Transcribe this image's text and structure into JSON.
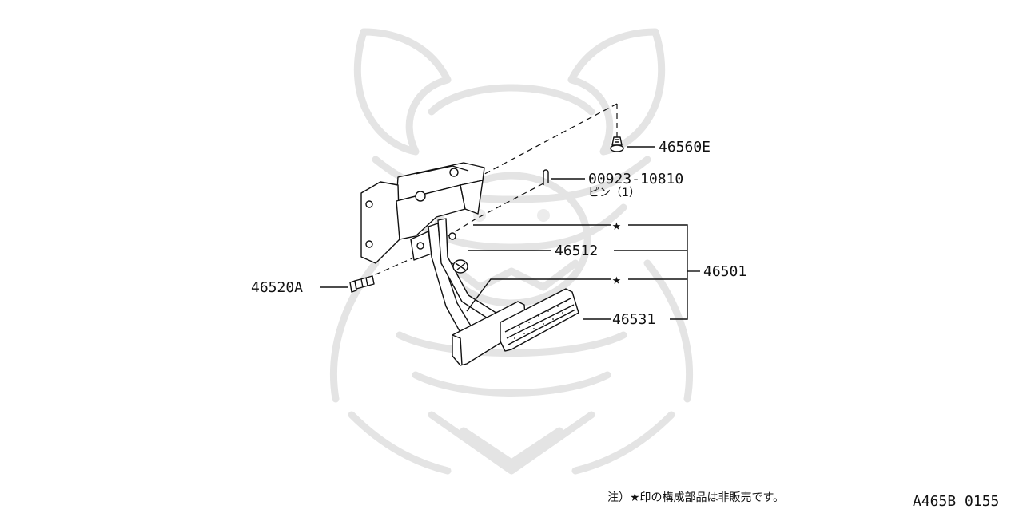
{
  "labels": {
    "bolt_top": "46560E",
    "pin_code": "00923-10810",
    "pin_name": "ピン（1）",
    "stopper": "46512",
    "assembly": "46501",
    "pad": "46531",
    "bolt_pivot": "46520A"
  },
  "star_symbol": "★",
  "footer": {
    "note": "注）★印の構成部品は非販売です。",
    "figure_code": "A465B 0155"
  },
  "colors": {
    "line": "#111111",
    "watermark": "#e4e4e4"
  }
}
